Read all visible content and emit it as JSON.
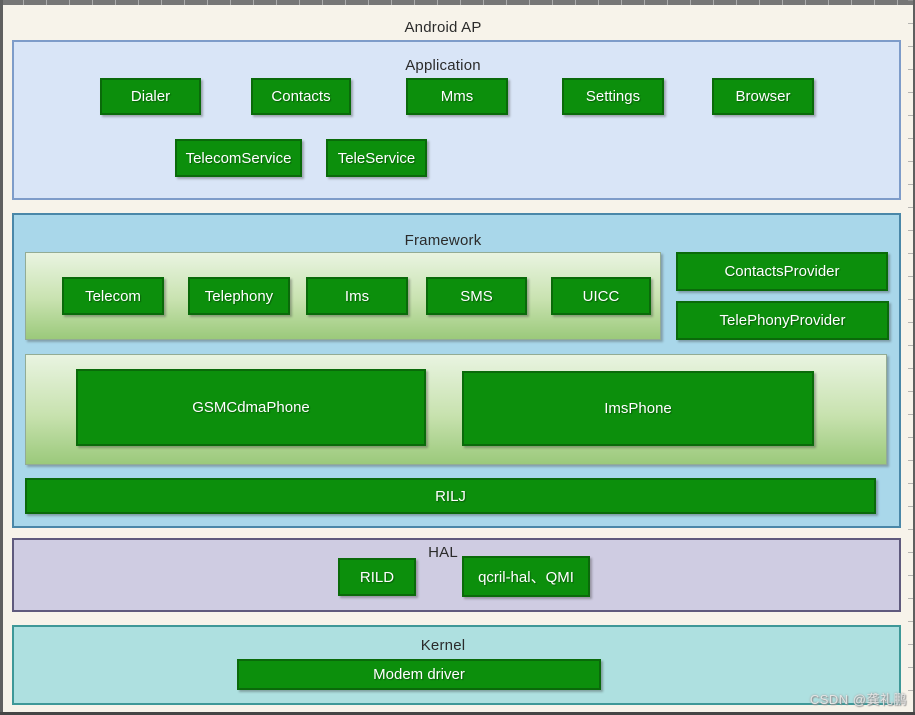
{
  "title": "Android AP",
  "watermark": "CSDN @龚礼鹏",
  "colors": {
    "box_green": "#0c8f0c",
    "application_bg": "#d9e5f7",
    "framework_bg": "#a9d7ea",
    "hal_bg": "#cfcce2",
    "kernel_bg": "#aee0e0"
  },
  "layers": {
    "application": {
      "label": "Application",
      "row1": [
        "Dialer",
        "Contacts",
        "Mms",
        "Settings",
        "Browser"
      ],
      "row2": [
        "TelecomService",
        "TeleService"
      ]
    },
    "framework": {
      "label": "Framework",
      "services": [
        "Telecom",
        "Telephony",
        "Ims",
        "SMS",
        "UICC"
      ],
      "providers": [
        "ContactsProvider",
        "TelePhonyProvider"
      ],
      "phones": [
        "GSMCdmaPhone",
        "ImsPhone"
      ],
      "ril": "RILJ"
    },
    "hal": {
      "label": "HAL",
      "items": [
        "RILD",
        "qcril-hal、QMI"
      ]
    },
    "kernel": {
      "label": "Kernel",
      "item": "Modem driver"
    }
  }
}
